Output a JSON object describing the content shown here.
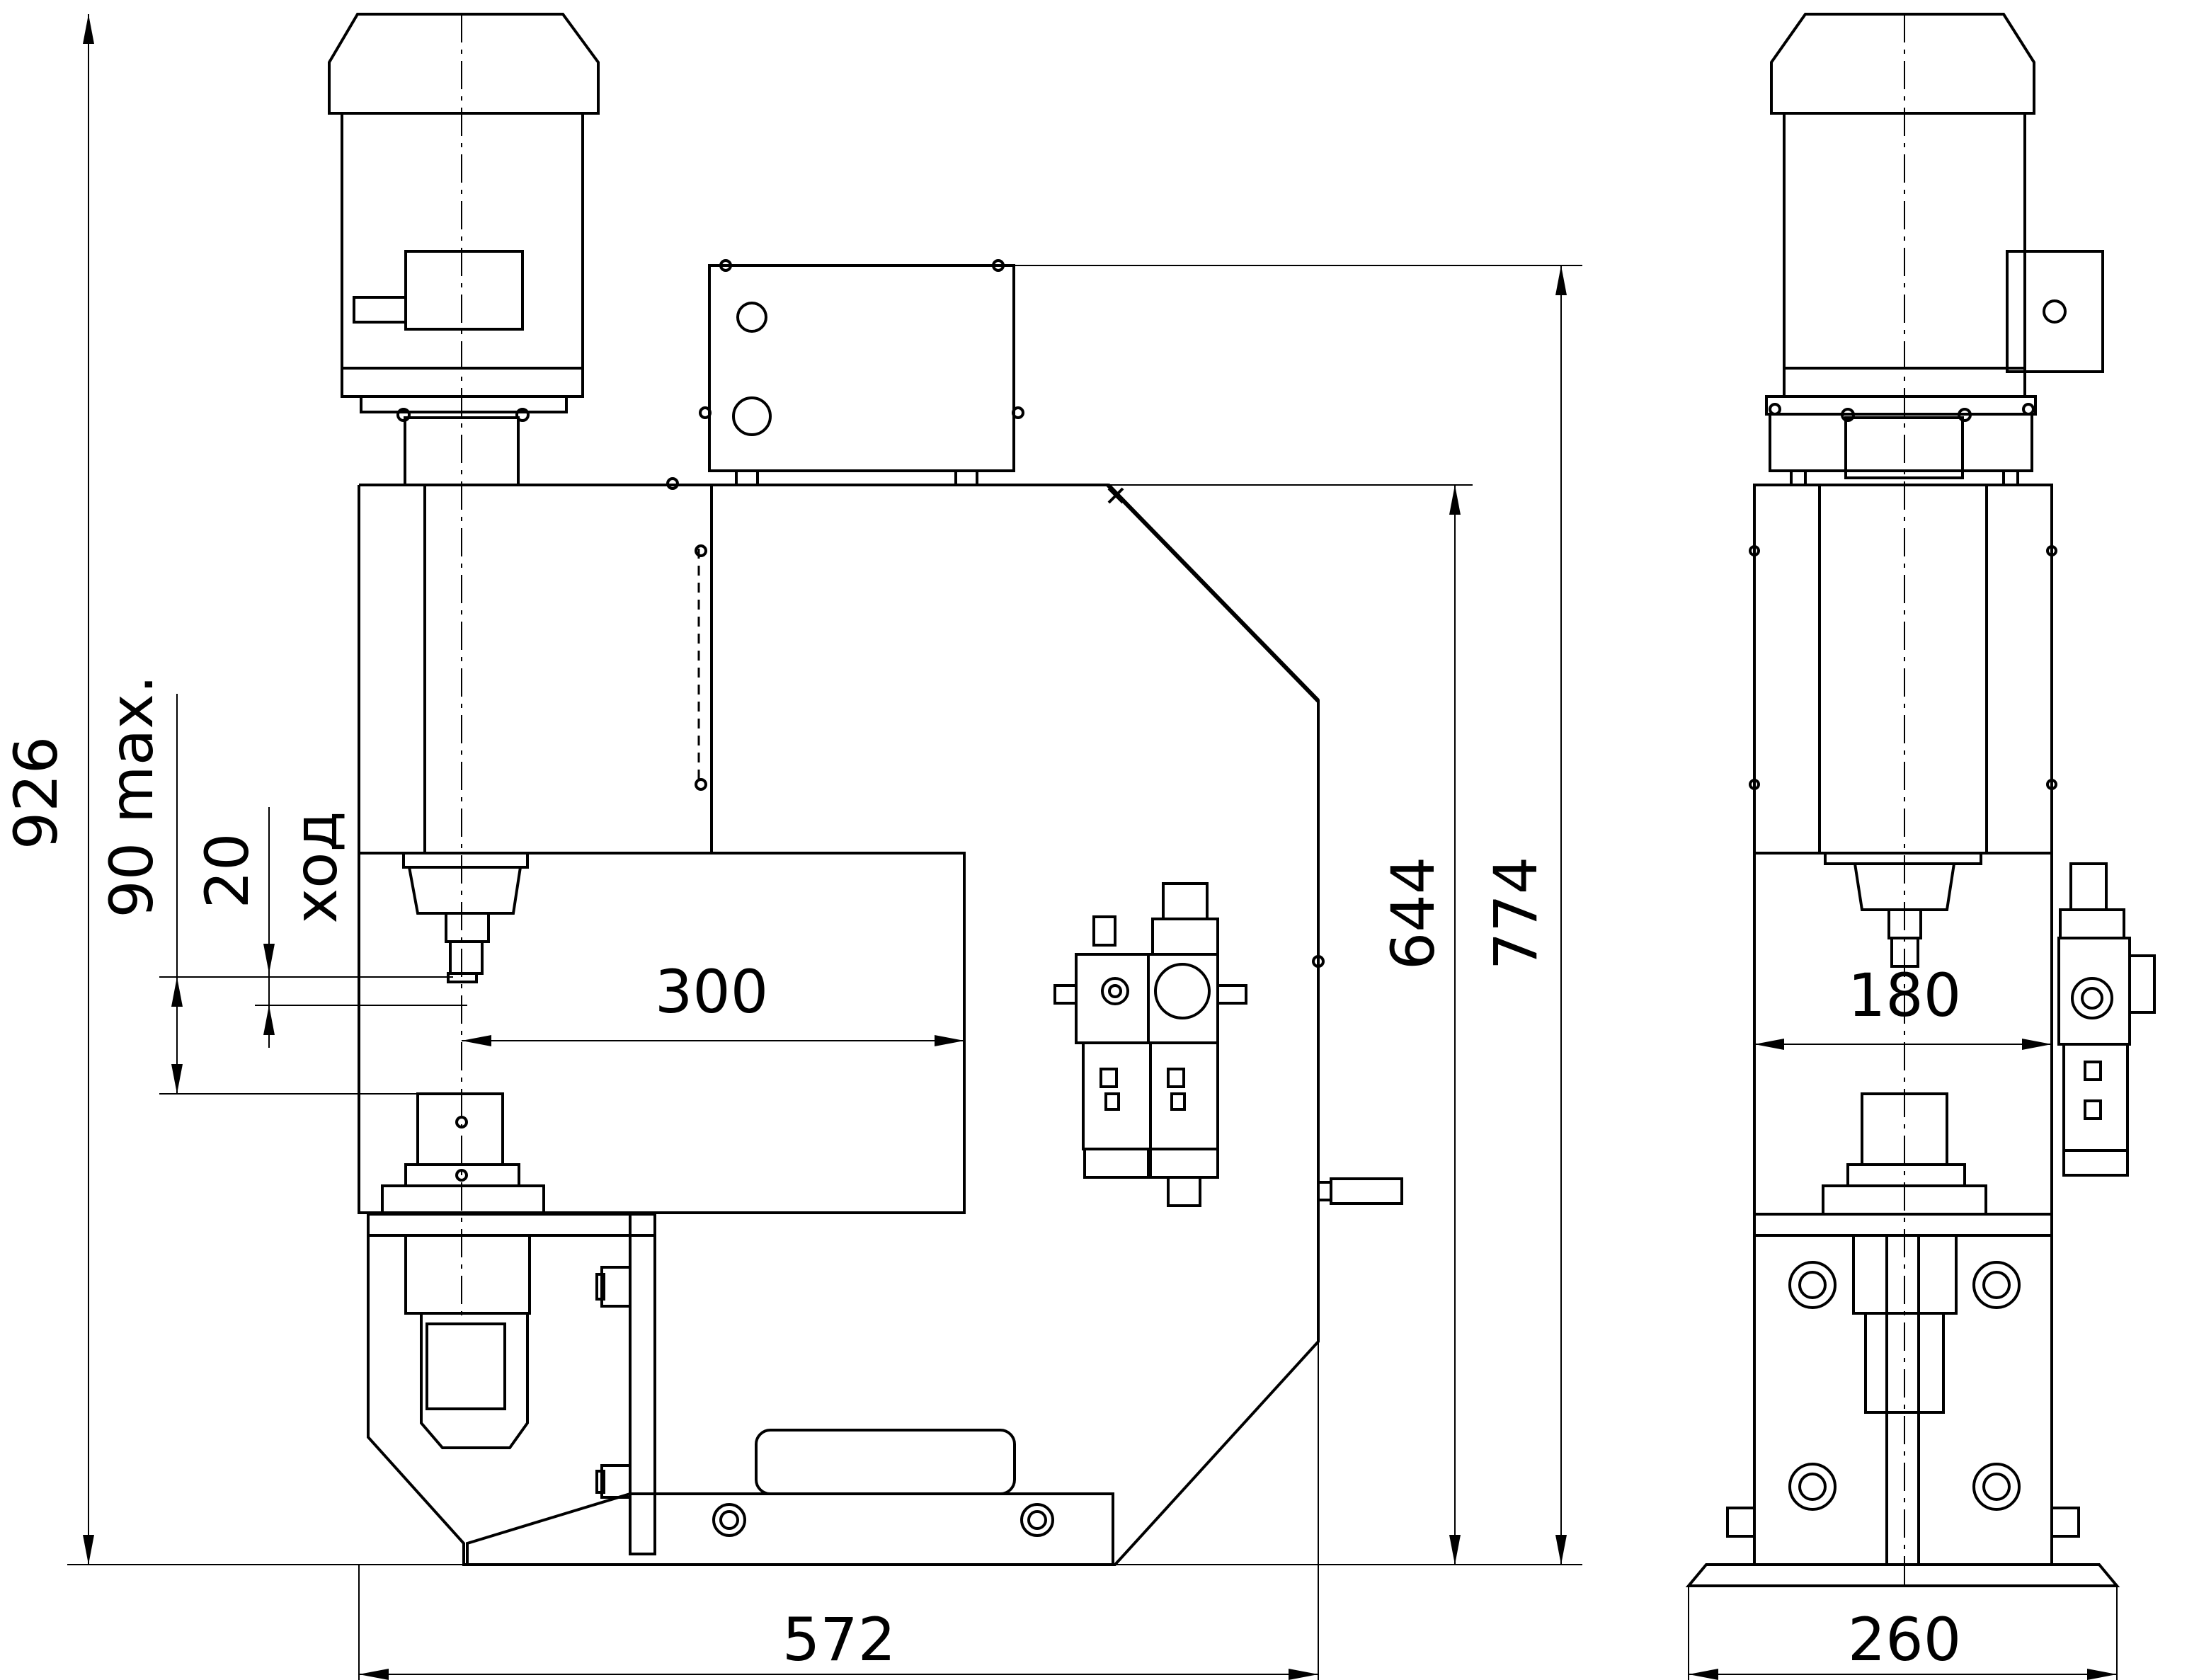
{
  "drawing": {
    "type": "technical-drawing",
    "views": [
      "front-view",
      "side-view"
    ]
  },
  "dimensions": {
    "overall_height": "926",
    "stroke_max": "90 max.",
    "stroke": "20",
    "stroke_label": "ход",
    "throat_depth": "300",
    "frame_height": "644",
    "body_height": "774",
    "base_width": "572",
    "column_width": "180",
    "side_base_width": "260"
  }
}
